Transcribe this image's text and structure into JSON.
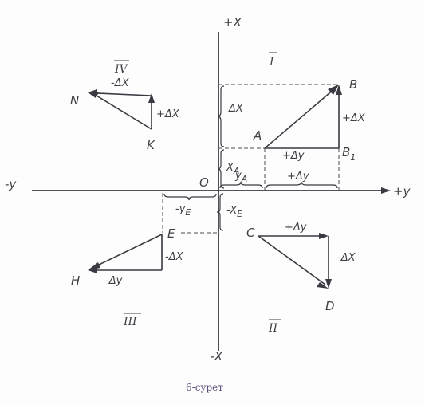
{
  "axes": {
    "x_pos": "+X",
    "x_neg": "-X",
    "y_pos": "+y",
    "y_neg": "-y",
    "origin": "O"
  },
  "quadrants": {
    "q1": "I",
    "q2": "II",
    "q3": "III",
    "q4": "IV"
  },
  "points": {
    "a": "A",
    "b": "B",
    "b1_letter": "B",
    "b1_sub": "1",
    "c": "C",
    "d": "D",
    "e": "E",
    "h": "H",
    "k": "K",
    "n": "N"
  },
  "labels": {
    "q1_dx_left": "ΔX",
    "q1_dx_right": "+ΔX",
    "q1_dy": "+Δy",
    "q1_dy_bottom": "+Δy",
    "xa_letter": "X",
    "xa_sub": "A",
    "ya_letter": "y",
    "ya_sub": "A",
    "q2_dy": "+Δy",
    "q2_dx": "-ΔX",
    "xe_letter": "-X",
    "xe_sub": "E",
    "ye_letter": "-y",
    "ye_sub": "E",
    "q3_dx": "-ΔX",
    "q3_dy": "-Δy",
    "q4_dx_top": "-ΔX",
    "q4_dx_right": "+ΔX"
  },
  "caption": "6-сурет"
}
